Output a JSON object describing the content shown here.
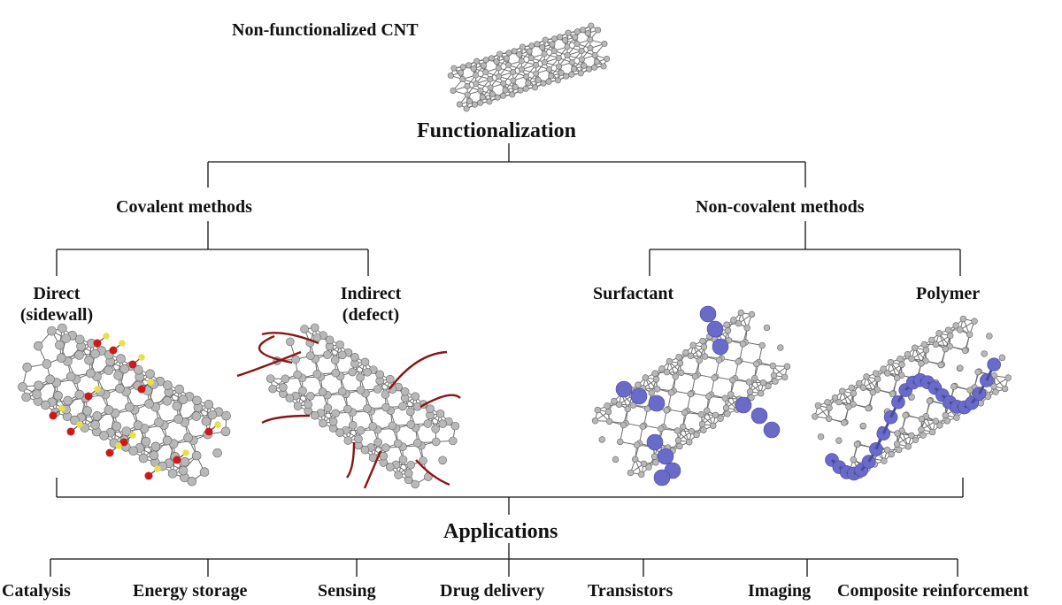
{
  "top_label": "Non-functionalized CNT",
  "root": "Functionalization",
  "branches": {
    "covalent": "Covalent methods",
    "non_covalent": "Non-covalent methods"
  },
  "methods": {
    "direct_line1": "Direct",
    "direct_line2": "(sidewall)",
    "indirect_line1": "Indirect",
    "indirect_line2": "(defect)",
    "surfactant": "Surfactant",
    "polymer": "Polymer"
  },
  "applications_title": "Applications",
  "applications": [
    "Catalysis",
    "Energy storage",
    "Sensing",
    "Drug delivery",
    "Transistors",
    "Imaging",
    "Composite reinforcement"
  ],
  "colors": {
    "carbon": "#b8b8b8",
    "oxygen": "#cc1a1a",
    "hydrogen": "#e8e04a",
    "chain": "#8b1515",
    "surfactant": "#6a6ac8"
  }
}
